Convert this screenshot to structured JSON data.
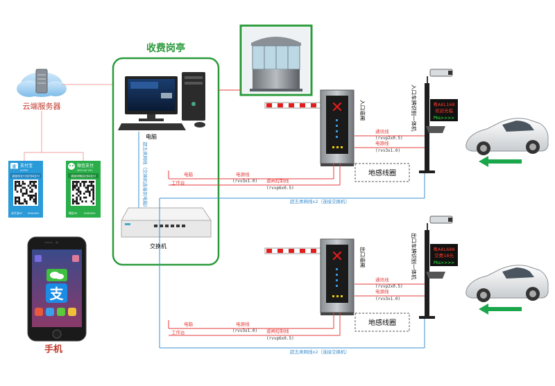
{
  "booth": {
    "title": "收费岗亭",
    "computer_label": "电脑",
    "switch_label": "交换机",
    "cat5_vertical": "超五类网线（交换机连接到电脑）"
  },
  "cloud": {
    "label": "云端服务器"
  },
  "payment": {
    "alipay": {
      "brand": "支付宝",
      "sub": "ALIPAY",
      "banner": "请使用支付宝扫码支付",
      "footer": "支付宝ID：",
      "footer2": "0000001"
    },
    "wechat": {
      "brand": "微信支付",
      "sub": "WECHAT PAY",
      "banner": "请使用微信扫码支付",
      "footer": "微信ID：",
      "footer2": "0000001"
    }
  },
  "phone": {
    "label": "手机"
  },
  "entry": {
    "gate_label": "入口道闸",
    "camera_label": "入口车牌识别一体机",
    "display": {
      "line1": "粤AKL168",
      "line2": "欢迎光临",
      "line3": "Pks>>>>"
    },
    "wires_right": [
      {
        "name": "通讯线",
        "spec": "(rvvp2x0.5)"
      },
      {
        "name": "电源线",
        "spec": "(rvv3x1.0)"
      }
    ],
    "loop_label": "地感线圈",
    "wires_left": {
      "computer": "电脑",
      "desk": "工作台",
      "power": "电源线",
      "power_spec": "(rvv3x1.0)",
      "control": "道闸控制线",
      "control_spec": "(rvvp6x0.5)"
    },
    "cat5": "超五类网线x2（连接交换机）"
  },
  "exit": {
    "gate_label": "出口道闸",
    "camera_label": "出口车牌识别一体机",
    "display": {
      "line1": "粤AKL688",
      "line2": "交费18元",
      "line3": "Pks>>>>"
    },
    "wires_right": [
      {
        "name": "通讯线",
        "spec": "(rvvp2x0.5)"
      },
      {
        "name": "电源线",
        "spec": "(rvv3x1.0)"
      }
    ],
    "loop_label": "地感线圈",
    "wires_left": {
      "computer": "电脑",
      "desk": "工作台",
      "power": "电源线",
      "power_spec": "(rvv3x1.0)",
      "control": "道闸控制线",
      "control_spec": "(rvvp6x0.5)"
    },
    "cat5": "超五类网线x2（连接交换机）"
  },
  "colors": {
    "booth_border": "#2a9a3a",
    "wire_red": "#e63a3a",
    "wire_blue": "#3a8fd0",
    "arrow_green": "#1aa64a",
    "gate_light": "#e21d1d"
  }
}
